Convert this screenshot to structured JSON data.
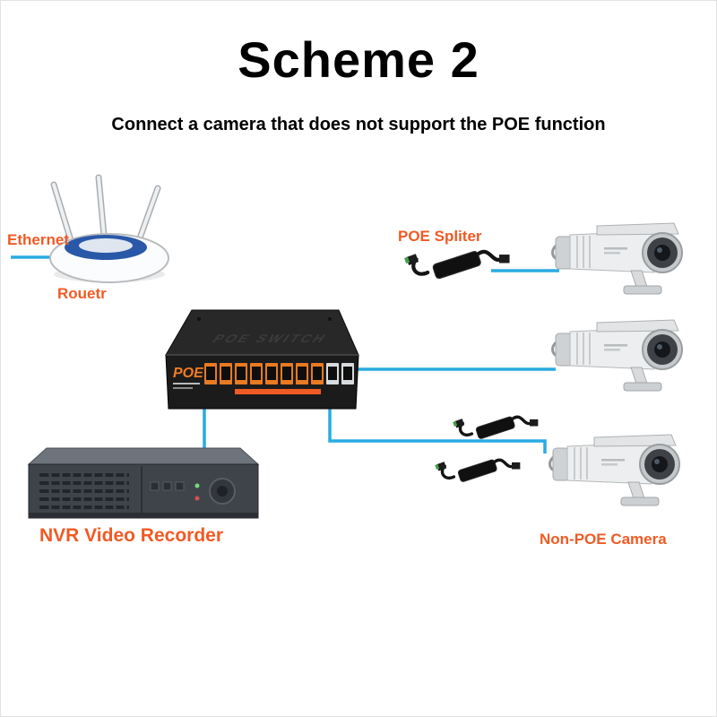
{
  "diagram": {
    "title": "Scheme 2",
    "subtitle": "Connect a camera that does not support the POE function",
    "labels": {
      "ethernet": "Ethernet",
      "router": "Rouetr",
      "poe_splitter": "POE Spliter",
      "nvr": "NVR Video Recorder",
      "non_poe_camera": "Non-POE Camera"
    },
    "switch": {
      "front_label": "POE",
      "top_label": "POE SWITCH",
      "poe_port_count": 8,
      "uplink_port_count": 2
    },
    "camera_count": 3,
    "splitter_count": 3,
    "colors": {
      "label_orange": "#F15A24",
      "cable_blue": "#29ABE2",
      "switch_black": "#1B1B1B",
      "port_orange": "#E87A22"
    }
  }
}
